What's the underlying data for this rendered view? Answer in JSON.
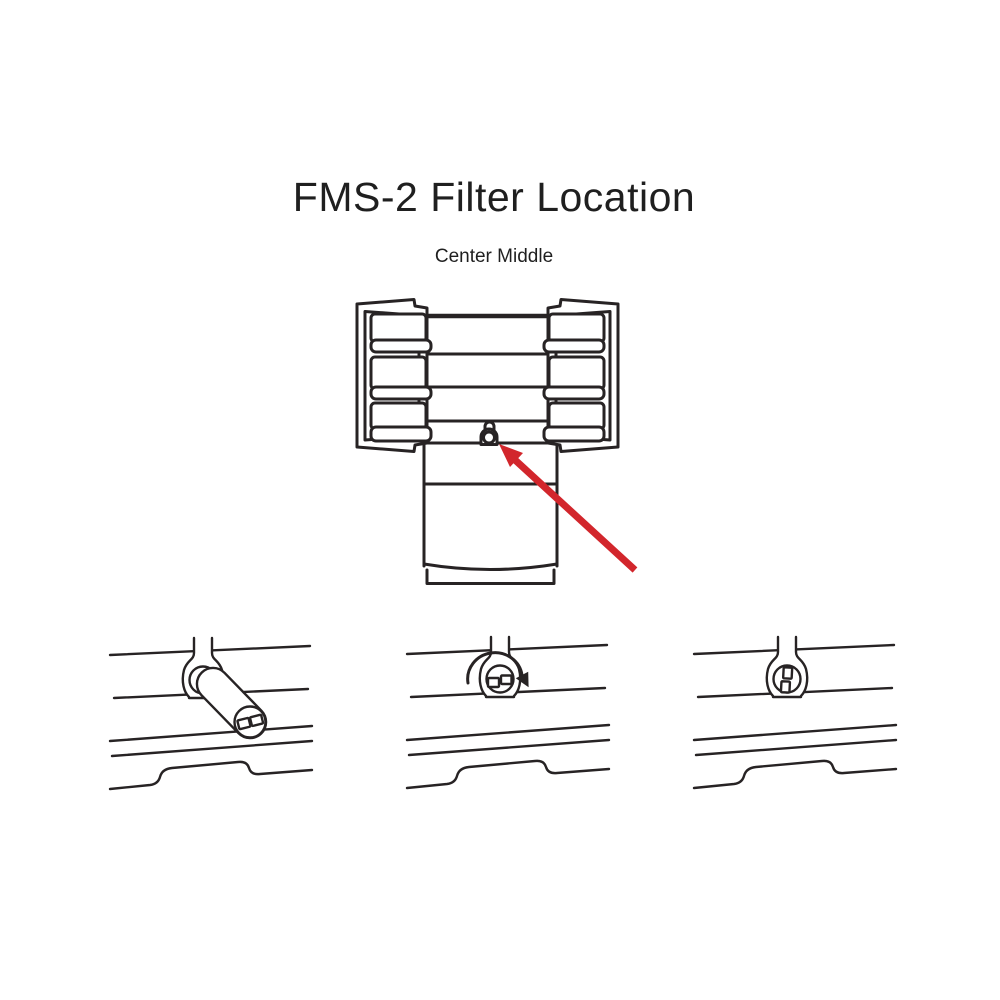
{
  "header": {
    "title": "FMS-2 Filter Location",
    "subtitle": "Center Middle"
  },
  "colors": {
    "background": "#ffffff",
    "line": "#272324",
    "arrow_red": "#d2262c",
    "text": "#1f1f1f"
  },
  "diagram": {
    "main": {
      "name": "refrigerator-front-open-doors",
      "parts": [
        "left-door-bins",
        "right-door-bins",
        "interior-shelves",
        "freezer-drawer",
        "filter-icon",
        "red-location-arrow"
      ]
    },
    "steps": [
      {
        "name": "insert-filter"
      },
      {
        "name": "rotate-filter"
      },
      {
        "name": "filter-locked"
      }
    ]
  }
}
